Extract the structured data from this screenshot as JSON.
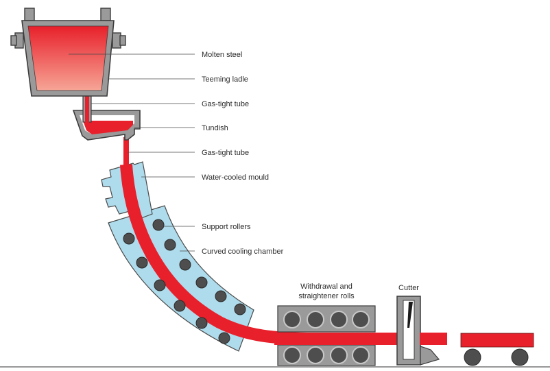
{
  "labels": {
    "molten_steel": "Molten steel",
    "teeming_ladle": "Teeming ladle",
    "gas_tight_tube_upper": "Gas-tight tube",
    "tundish": "Tundish",
    "gas_tight_tube_lower": "Gas-tight tube",
    "water_cooled_mould": "Water-cooled mould",
    "support_rollers": "Support rollers",
    "curved_cooling_chamber": "Curved cooling chamber",
    "withdrawal_line1": "Withdrawal and",
    "withdrawal_line2": "straightener rolls",
    "cutter": "Cutter"
  },
  "colors": {
    "steel": "#e8202b",
    "molten_gradient_top": "#e8202b",
    "molten_gradient_bottom": "#f6a596",
    "equipment_grey": "#9a9a9a",
    "cooling_blue": "#aedcec",
    "roller_dark": "#4e4e4e",
    "outline": "#3c3c3c"
  }
}
